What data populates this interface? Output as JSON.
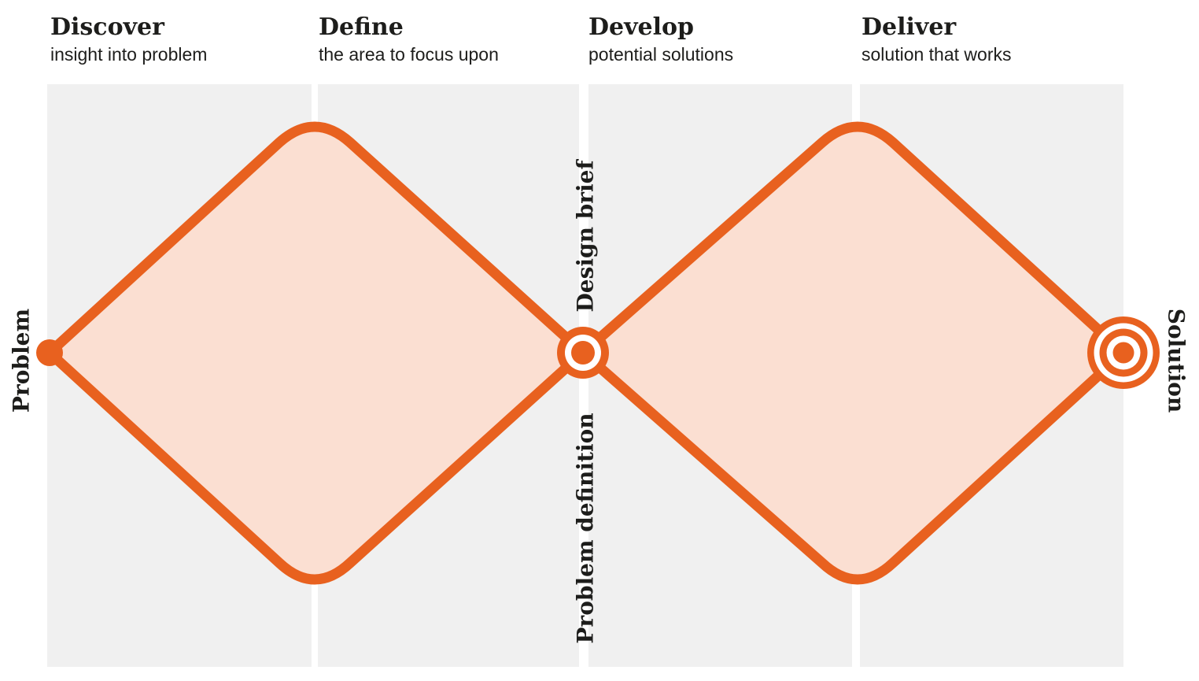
{
  "colors": {
    "accent": "#E8611F",
    "diamond_fill": "#FBDFD2",
    "panel_bg": "#F0F0F0",
    "text": "#1D1D1B",
    "background": "#FFFFFF"
  },
  "phases": [
    {
      "title": "Discover",
      "subtitle": "insight into problem"
    },
    {
      "title": "Define",
      "subtitle": "the area to focus upon"
    },
    {
      "title": "Develop",
      "subtitle": "potential solutions"
    },
    {
      "title": "Deliver",
      "subtitle": "solution that works"
    }
  ],
  "milestones": {
    "start": "Problem",
    "middle_top": "Design brief",
    "middle_bottom": "Problem definition",
    "end": "Solution"
  },
  "markers": {
    "start": "filled-dot",
    "middle": "bullseye-single-ring",
    "end": "bullseye-double-ring"
  }
}
